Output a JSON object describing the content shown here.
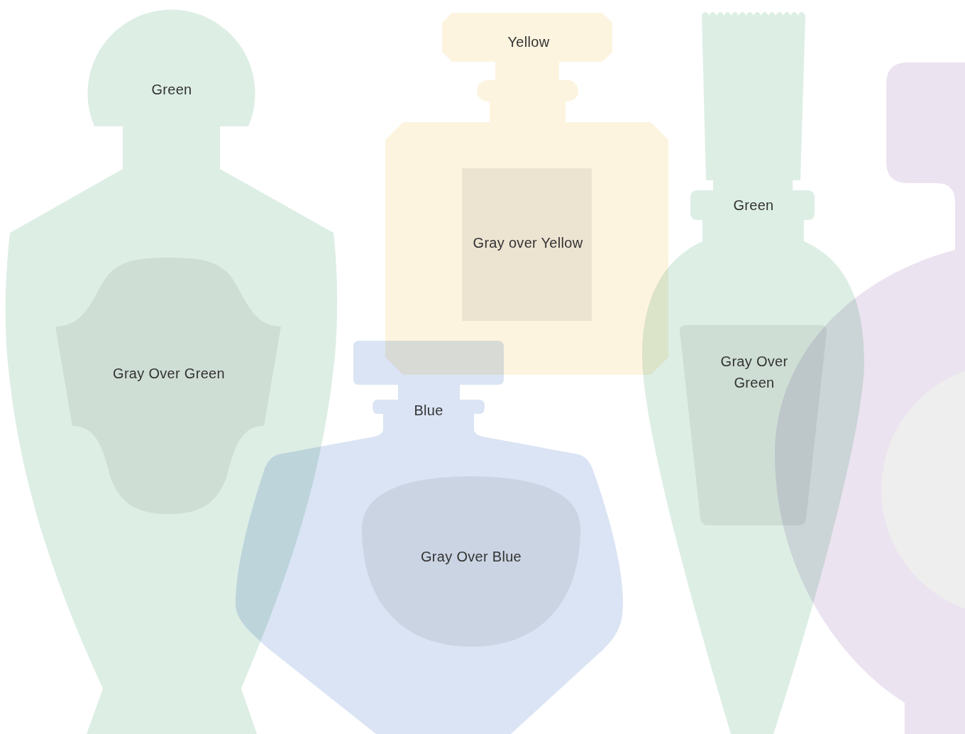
{
  "diagram": {
    "nodes": [
      {
        "text": [
          "Green"
        ]
      },
      {
        "text": [
          "Gray Over Green"
        ],
        "in": 0
      },
      {
        "text": [
          "Yellow"
        ]
      },
      {
        "text": [
          "Gray over Yellow"
        ],
        "in": 2
      },
      {
        "text": [
          "Blue"
        ]
      },
      {
        "text": [
          "Gray Over Blue"
        ],
        "in": 4
      },
      {
        "text": [
          "Green"
        ]
      },
      {
        "text": [
          "Gray Over Green"
        ],
        "in": 6
      }
    ]
  }
}
